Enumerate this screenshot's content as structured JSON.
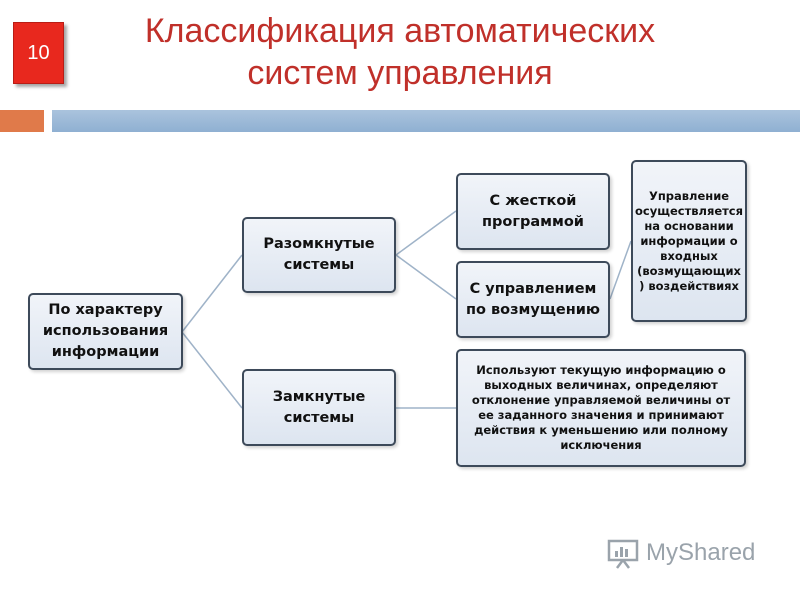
{
  "slide": {
    "number": "10",
    "title_line1": "Классификация автоматических",
    "title_line2": "систем управления"
  },
  "diagram": {
    "root": "По характеру использования информации",
    "open_systems": "Разомкнутые системы",
    "closed_systems": "Замкнутые системы",
    "hard_program": "С жесткой программой",
    "disturbance_control": "С управлением по возмущению",
    "disturbance_note": "Управление осуществляется на основании информации о входных (возмущающих ) воздействиях",
    "closed_note": "Используют текущую информацию о выходных величинах, определяют отклонение управляемой величины от ее заданного значения и принимают действия к уменьшению или полному исключения"
  },
  "watermark": {
    "text": "MyShared"
  },
  "colors": {
    "accent_red": "#e8281e",
    "title_red": "#c0302a",
    "bar_orange": "#e07a4a",
    "bar_blue": "#8fb0d2"
  }
}
